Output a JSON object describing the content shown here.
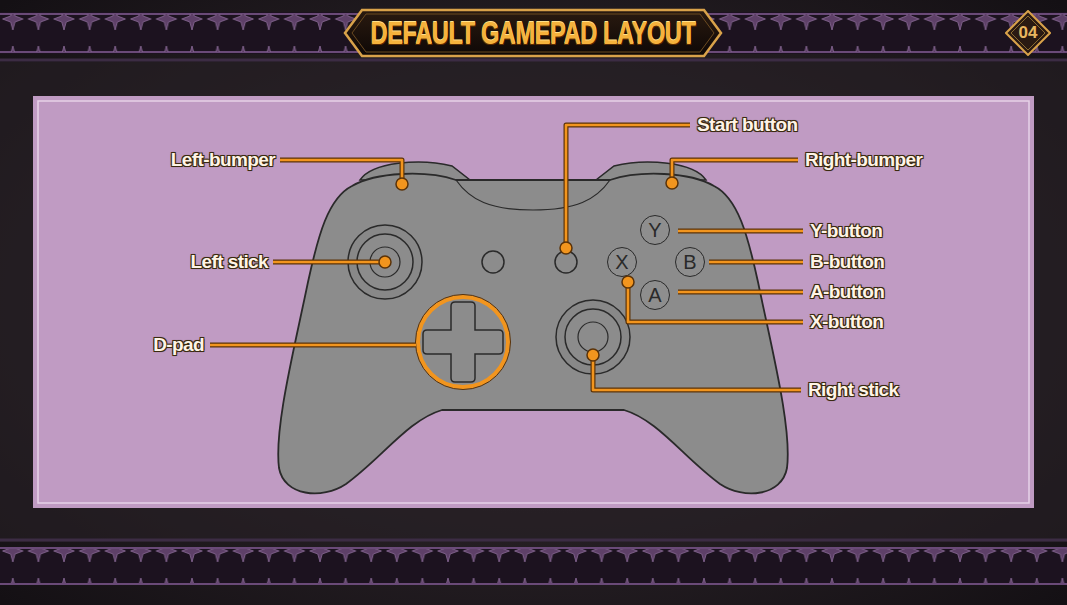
{
  "diagram": {
    "title": "DEFAULT GAMEPAD LAYOUT",
    "nodes": [
      {
        "text": [
          "04"
        ]
      },
      {
        "text": [
          "Y"
        ]
      },
      {
        "text": [
          "X"
        ]
      },
      {
        "text": [
          "B"
        ]
      },
      {
        "text": [
          "A"
        ]
      }
    ],
    "labels": [
      "Start button",
      "Left-bumper",
      "Right-bumper",
      "Y-button",
      "Left stick",
      "B-button",
      "A-button",
      "X-button",
      "D-pad",
      "Right stick"
    ]
  }
}
